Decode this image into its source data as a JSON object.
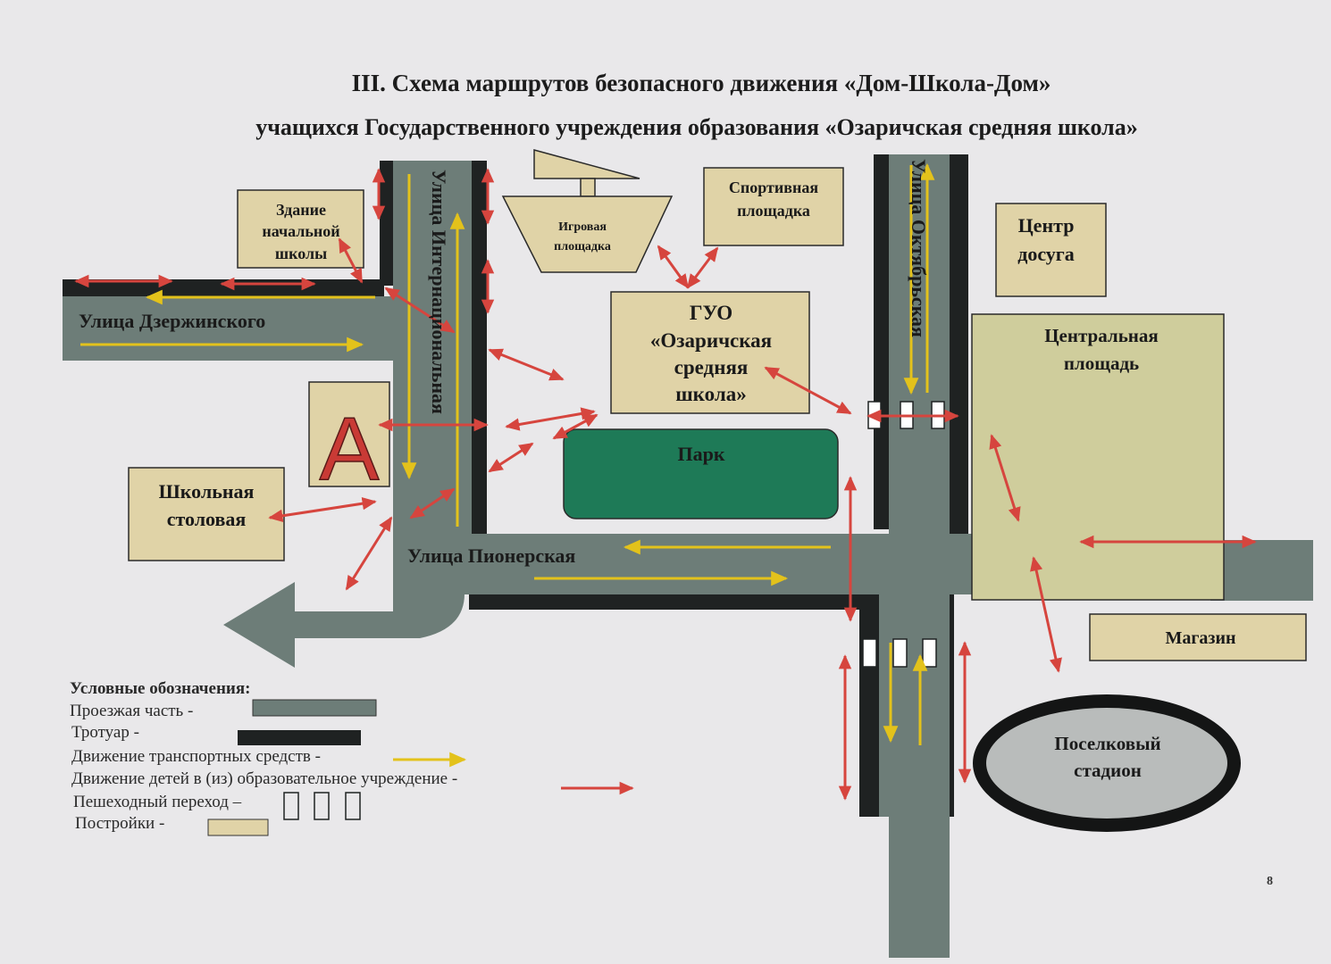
{
  "title": {
    "line1": "III. Схема маршрутов безопасного движения «Дом-Школа-Дом»",
    "line2": "учащихся Государственного учреждения образования «Озаричская средняя школа»"
  },
  "streets": {
    "dzerzhinskogo": "Улица Дзержинского",
    "internatsionalnaya": "Улица Интернациональная",
    "oktyabrskaya": "Улица Октябрьская",
    "pionerskaya": "Улица Пионерская"
  },
  "buildings": {
    "primary_school": [
      "Здание",
      "начальной",
      "школы"
    ],
    "playground": [
      "Игровая",
      "площадка"
    ],
    "sports_ground": [
      "Спортивная",
      "площадка"
    ],
    "leisure_center": [
      "Центр",
      "досуга"
    ],
    "school": [
      "ГУО",
      "«Озаричская",
      "средняя",
      "школа»"
    ],
    "central_square": [
      "Центральная",
      "площадь"
    ],
    "park": "Парк",
    "bus_stop": "A",
    "canteen": [
      "Школьная",
      "столовая"
    ],
    "shop": "Магазин",
    "stadium": [
      "Поселковый",
      "стадион"
    ]
  },
  "legend": {
    "title": "Условные обозначения:",
    "roadway": "Проезжая часть -",
    "sidewalk": "Тротуар -",
    "vehicle_traffic": "Движение транспортных средств -",
    "children_movement": "Движение детей в (из) образовательное учреждение  -",
    "crosswalk": "Пешеходный переход –",
    "buildings": "Постройки -"
  },
  "page_number": "8",
  "colors": {
    "road": "#6d7d78",
    "sidewalk": "#1f2222",
    "building": "#e0d3a7",
    "park": "#1e7a57",
    "square": "#cfcd9c",
    "vehicle_arrow": "#e3c21b",
    "child_arrow": "#d6453e"
  }
}
